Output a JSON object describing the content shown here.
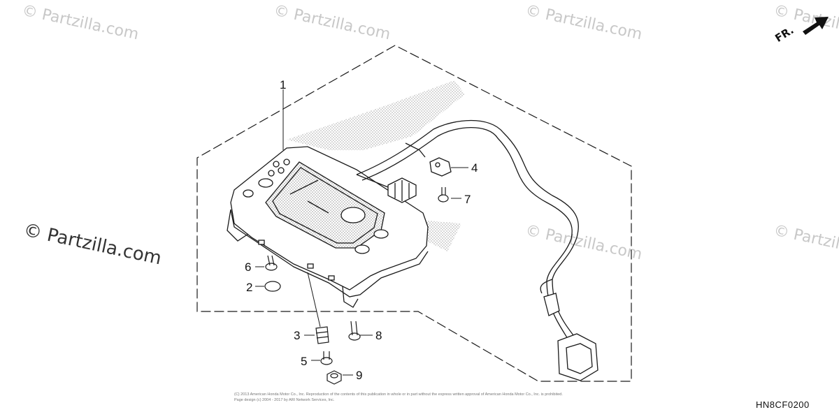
{
  "diagram": {
    "code": "HN8CF0200",
    "direction_label": "FR.",
    "copyright_line1": "(C) 2013 American Honda Motor Co., Inc. Reproduction of the contents of this publication in whole or in part without the express written approval of American Honda Motor Co., Inc. is prohibited.",
    "copyright_line2": "Page design (c) 2004 - 2017 by ARI Network Services, Inc."
  },
  "watermark": {
    "text": "© Partzilla.com"
  },
  "callouts": [
    {
      "id": "1",
      "label": "1"
    },
    {
      "id": "2",
      "label": "2"
    },
    {
      "id": "3",
      "label": "3"
    },
    {
      "id": "4",
      "label": "4"
    },
    {
      "id": "5",
      "label": "5"
    },
    {
      "id": "6",
      "label": "6"
    },
    {
      "id": "7",
      "label": "7"
    },
    {
      "id": "8",
      "label": "8"
    },
    {
      "id": "9",
      "label": "9"
    }
  ],
  "colors": {
    "line": "#1a1a1a",
    "screen_dots": "#9a9a9a",
    "watermark": "#c8c8c8"
  }
}
